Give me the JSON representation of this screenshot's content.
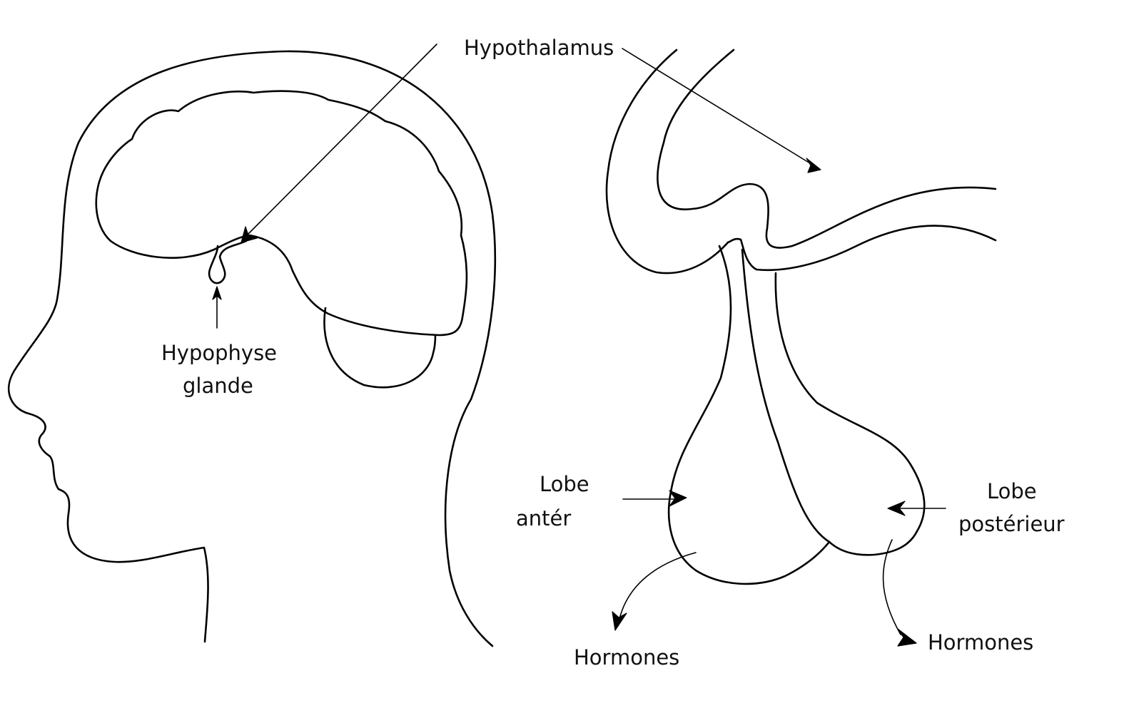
{
  "labels": {
    "hypothalamus": "Hypothalamus",
    "hypophyse_line1": "Hypophyse",
    "hypophyse_line2": "glande",
    "lobe_anterior_line1": "Lobe",
    "lobe_anterior_line2": "antér",
    "lobe_posterior_line1": "Lobe",
    "lobe_posterior_line2": "postérieur",
    "hormones_left": "Hormones",
    "hormones_right": "Hormones"
  },
  "colors": {
    "line": "#000000",
    "text": "#111111",
    "background": "#ffffff"
  }
}
